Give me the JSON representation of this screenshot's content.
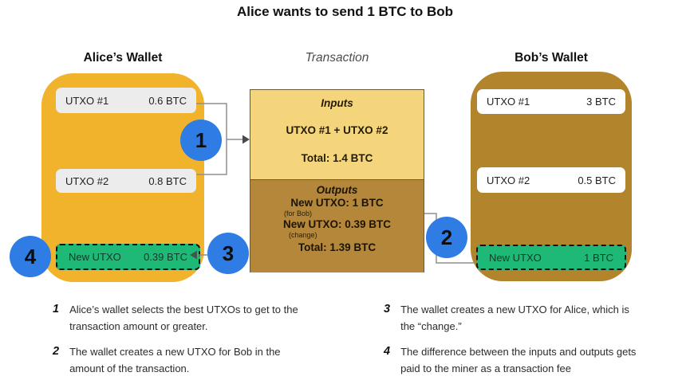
{
  "title": "Alice wants to send 1 BTC to Bob",
  "colors": {
    "alice_wallet": "#F0B32B",
    "bob_wallet": "#B2842B",
    "inputs_box": "#F5D57C",
    "outputs_box": "#B5873B",
    "new_utxo_green": "#1EB877",
    "marker_blue": "#2E7CE4"
  },
  "alice_wallet": {
    "header": "Alice’s Wallet",
    "utxos": [
      {
        "label": "UTXO #1",
        "amount": "0.6 BTC"
      },
      {
        "label": "UTXO #2",
        "amount": "0.8 BTC"
      }
    ],
    "new_utxo": {
      "label": "New UTXO",
      "amount": "0.39 BTC"
    }
  },
  "transaction": {
    "header": "Transaction",
    "inputs": {
      "title": "Inputs",
      "line": "UTXO #1 + UTXO #2",
      "total": "Total: 1.4 BTC"
    },
    "outputs": {
      "title": "Outputs",
      "line1": "New UTXO: 1 BTC",
      "note1": "(for Bob)",
      "line2": "New UTXO: 0.39 BTC",
      "note2": "(change)",
      "total": "Total: 1.39 BTC"
    }
  },
  "bob_wallet": {
    "header": "Bob’s Wallet",
    "utxos": [
      {
        "label": "UTXO #1",
        "amount": "3 BTC"
      },
      {
        "label": "UTXO #2",
        "amount": "0.5 BTC"
      }
    ],
    "new_utxo": {
      "label": "New UTXO",
      "amount": "1 BTC"
    }
  },
  "markers": {
    "m1": "1",
    "m2": "2",
    "m3": "3",
    "m4": "4"
  },
  "notes": [
    {
      "num": "1",
      "text": "Alice’s wallet selects the best UTXOs to get to the transaction amount or greater."
    },
    {
      "num": "2",
      "text": "The wallet creates a new UTXO for Bob  in the amount of the transaction."
    },
    {
      "num": "3",
      "text": "The wallet creates a new UTXO for Alice, which is the “change.”"
    },
    {
      "num": "4",
      "text": "The difference between the inputs and outputs gets paid to the miner as a transaction fee"
    }
  ]
}
